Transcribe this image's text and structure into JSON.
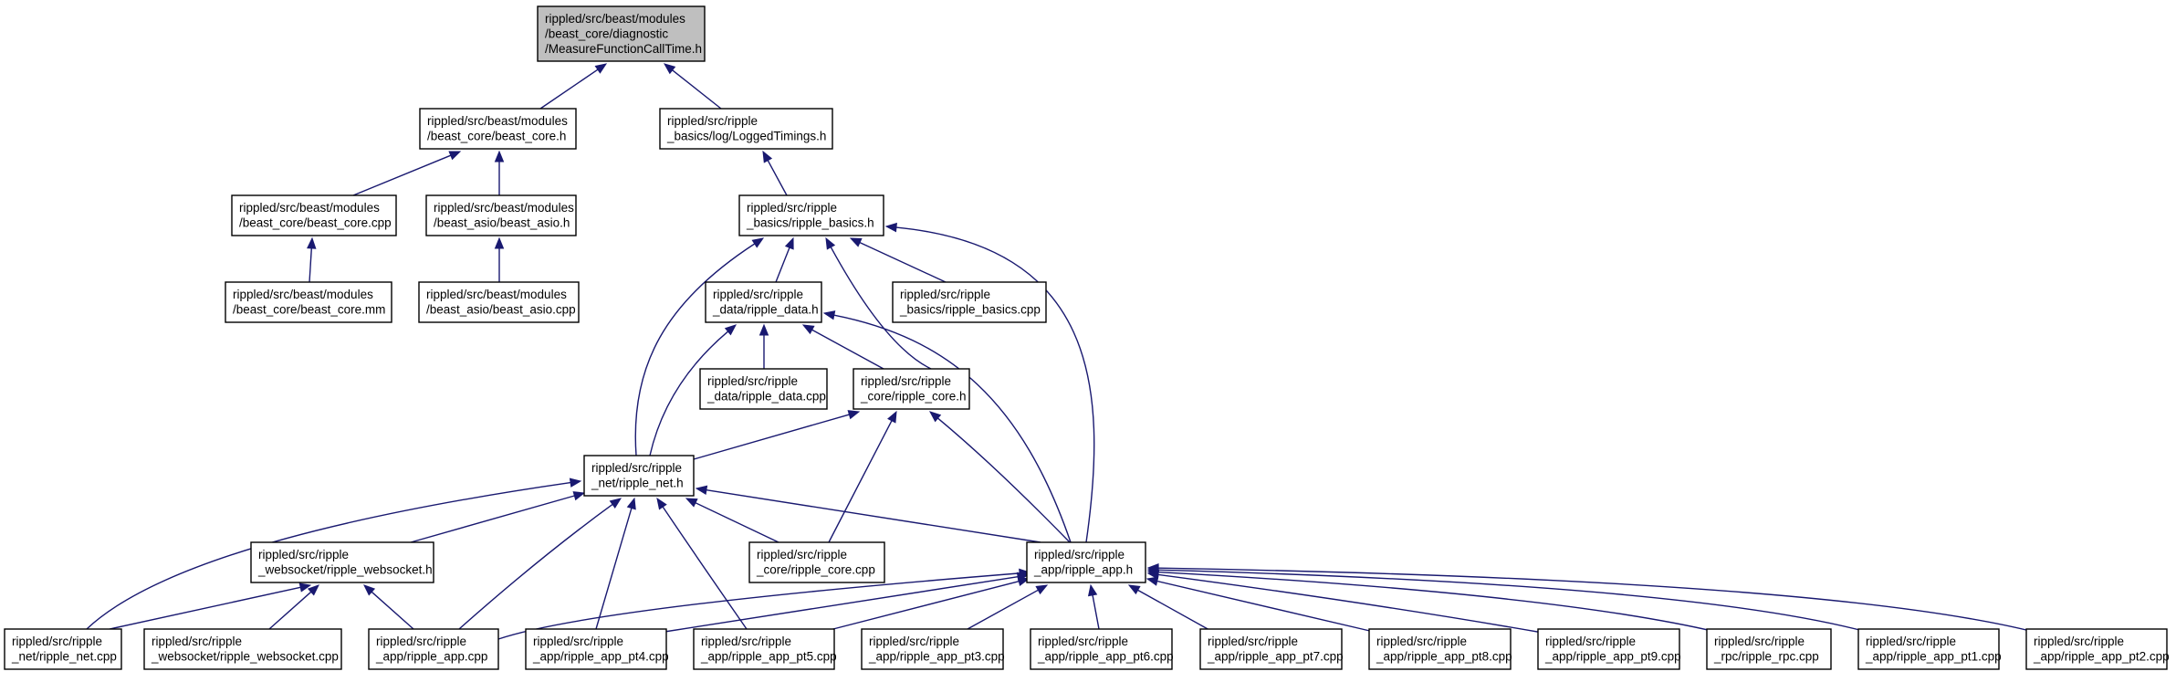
{
  "graph": {
    "nodes": [
      {
        "id": "measure_h",
        "lines": [
          "rippled/src/beast/modules",
          "/beast_core/diagnostic",
          "/MeasureFunctionCallTime.h"
        ],
        "highlight": true
      },
      {
        "id": "beast_core_h",
        "lines": [
          "rippled/src/beast/modules",
          "/beast_core/beast_core.h"
        ]
      },
      {
        "id": "logged_timings_h",
        "lines": [
          "rippled/src/ripple",
          "_basics/log/LoggedTimings.h"
        ]
      },
      {
        "id": "beast_core_cpp",
        "lines": [
          "rippled/src/beast/modules",
          "/beast_core/beast_core.cpp"
        ]
      },
      {
        "id": "beast_asio_h",
        "lines": [
          "rippled/src/beast/modules",
          "/beast_asio/beast_asio.h"
        ]
      },
      {
        "id": "ripple_basics_h",
        "lines": [
          "rippled/src/ripple",
          "_basics/ripple_basics.h"
        ]
      },
      {
        "id": "beast_core_mm",
        "lines": [
          "rippled/src/beast/modules",
          "/beast_core/beast_core.mm"
        ]
      },
      {
        "id": "beast_asio_cpp",
        "lines": [
          "rippled/src/beast/modules",
          "/beast_asio/beast_asio.cpp"
        ]
      },
      {
        "id": "ripple_data_h",
        "lines": [
          "rippled/src/ripple",
          "_data/ripple_data.h"
        ]
      },
      {
        "id": "ripple_basics_cpp",
        "lines": [
          "rippled/src/ripple",
          "_basics/ripple_basics.cpp"
        ]
      },
      {
        "id": "ripple_data_cpp",
        "lines": [
          "rippled/src/ripple",
          "_data/ripple_data.cpp"
        ]
      },
      {
        "id": "ripple_core_h",
        "lines": [
          "rippled/src/ripple",
          "_core/ripple_core.h"
        ]
      },
      {
        "id": "ripple_net_h",
        "lines": [
          "rippled/src/ripple",
          "_net/ripple_net.h"
        ]
      },
      {
        "id": "ripple_websocket_h",
        "lines": [
          "rippled/src/ripple",
          "_websocket/ripple_websocket.h"
        ]
      },
      {
        "id": "ripple_core_cpp",
        "lines": [
          "rippled/src/ripple",
          "_core/ripple_core.cpp"
        ]
      },
      {
        "id": "ripple_app_h",
        "lines": [
          "rippled/src/ripple",
          "_app/ripple_app.h"
        ]
      },
      {
        "id": "ripple_net_cpp",
        "lines": [
          "rippled/src/ripple",
          "_net/ripple_net.cpp"
        ]
      },
      {
        "id": "ripple_websocket_cpp",
        "lines": [
          "rippled/src/ripple",
          "_websocket/ripple_websocket.cpp"
        ]
      },
      {
        "id": "ripple_app_cpp",
        "lines": [
          "rippled/src/ripple",
          "_app/ripple_app.cpp"
        ]
      },
      {
        "id": "ripple_app_pt4_cpp",
        "lines": [
          "rippled/src/ripple",
          "_app/ripple_app_pt4.cpp"
        ]
      },
      {
        "id": "ripple_app_pt5_cpp",
        "lines": [
          "rippled/src/ripple",
          "_app/ripple_app_pt5.cpp"
        ]
      },
      {
        "id": "ripple_app_pt3_cpp",
        "lines": [
          "rippled/src/ripple",
          "_app/ripple_app_pt3.cpp"
        ]
      },
      {
        "id": "ripple_app_pt6_cpp",
        "lines": [
          "rippled/src/ripple",
          "_app/ripple_app_pt6.cpp"
        ]
      },
      {
        "id": "ripple_app_pt7_cpp",
        "lines": [
          "rippled/src/ripple",
          "_app/ripple_app_pt7.cpp"
        ]
      },
      {
        "id": "ripple_app_pt8_cpp",
        "lines": [
          "rippled/src/ripple",
          "_app/ripple_app_pt8.cpp"
        ]
      },
      {
        "id": "ripple_app_pt9_cpp",
        "lines": [
          "rippled/src/ripple",
          "_app/ripple_app_pt9.cpp"
        ]
      },
      {
        "id": "ripple_rpc_cpp",
        "lines": [
          "rippled/src/ripple",
          "_rpc/ripple_rpc.cpp"
        ]
      },
      {
        "id": "ripple_app_pt1_cpp",
        "lines": [
          "rippled/src/ripple",
          "_app/ripple_app_pt1.cpp"
        ]
      },
      {
        "id": "ripple_app_pt2_cpp",
        "lines": [
          "rippled/src/ripple",
          "_app/ripple_app_pt2.cpp"
        ]
      }
    ],
    "edges": [
      {
        "from": "beast_core_h",
        "to": "measure_h"
      },
      {
        "from": "logged_timings_h",
        "to": "measure_h"
      },
      {
        "from": "beast_core_cpp",
        "to": "beast_core_h"
      },
      {
        "from": "beast_asio_h",
        "to": "beast_core_h"
      },
      {
        "from": "ripple_basics_h",
        "to": "logged_timings_h"
      },
      {
        "from": "beast_core_mm",
        "to": "beast_core_cpp"
      },
      {
        "from": "beast_asio_cpp",
        "to": "beast_asio_h"
      },
      {
        "from": "ripple_data_h",
        "to": "ripple_basics_h"
      },
      {
        "from": "ripple_basics_cpp",
        "to": "ripple_basics_h"
      },
      {
        "from": "ripple_core_h",
        "to": "ripple_basics_h"
      },
      {
        "from": "ripple_net_h",
        "to": "ripple_basics_h"
      },
      {
        "from": "ripple_app_h",
        "to": "ripple_basics_h"
      },
      {
        "from": "ripple_data_cpp",
        "to": "ripple_data_h"
      },
      {
        "from": "ripple_core_h",
        "to": "ripple_data_h"
      },
      {
        "from": "ripple_net_h",
        "to": "ripple_data_h"
      },
      {
        "from": "ripple_app_h",
        "to": "ripple_data_h"
      },
      {
        "from": "ripple_net_h",
        "to": "ripple_core_h"
      },
      {
        "from": "ripple_core_cpp",
        "to": "ripple_core_h"
      },
      {
        "from": "ripple_app_h",
        "to": "ripple_core_h"
      },
      {
        "from": "ripple_websocket_h",
        "to": "ripple_net_h"
      },
      {
        "from": "ripple_core_cpp",
        "to": "ripple_net_h"
      },
      {
        "from": "ripple_app_h",
        "to": "ripple_net_h"
      },
      {
        "from": "ripple_net_cpp",
        "to": "ripple_net_h"
      },
      {
        "from": "ripple_app_cpp",
        "to": "ripple_net_h"
      },
      {
        "from": "ripple_app_pt4_cpp",
        "to": "ripple_net_h"
      },
      {
        "from": "ripple_app_pt5_cpp",
        "to": "ripple_net_h"
      },
      {
        "from": "ripple_net_cpp",
        "to": "ripple_websocket_h"
      },
      {
        "from": "ripple_websocket_cpp",
        "to": "ripple_websocket_h"
      },
      {
        "from": "ripple_app_cpp",
        "to": "ripple_websocket_h"
      },
      {
        "from": "ripple_app_cpp",
        "to": "ripple_app_h"
      },
      {
        "from": "ripple_app_pt4_cpp",
        "to": "ripple_app_h"
      },
      {
        "from": "ripple_app_pt5_cpp",
        "to": "ripple_app_h"
      },
      {
        "from": "ripple_app_pt3_cpp",
        "to": "ripple_app_h"
      },
      {
        "from": "ripple_app_pt6_cpp",
        "to": "ripple_app_h"
      },
      {
        "from": "ripple_app_pt7_cpp",
        "to": "ripple_app_h"
      },
      {
        "from": "ripple_app_pt8_cpp",
        "to": "ripple_app_h"
      },
      {
        "from": "ripple_app_pt9_cpp",
        "to": "ripple_app_h"
      },
      {
        "from": "ripple_rpc_cpp",
        "to": "ripple_app_h"
      },
      {
        "from": "ripple_app_pt1_cpp",
        "to": "ripple_app_h"
      },
      {
        "from": "ripple_app_pt2_cpp",
        "to": "ripple_app_h"
      }
    ],
    "colors": {
      "edge": "#191970",
      "node_border": "#000000",
      "node_fill": "#ffffff",
      "highlight_fill": "#bfbfbf",
      "text": "#000000"
    }
  }
}
